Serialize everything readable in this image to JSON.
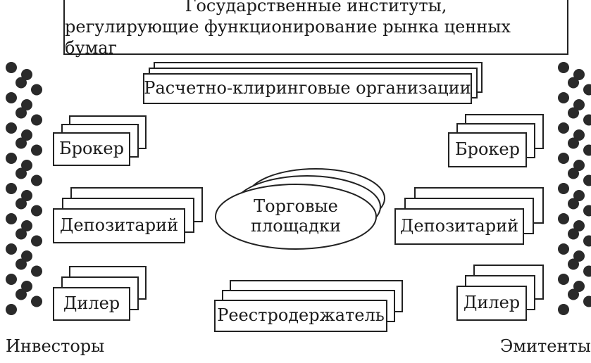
{
  "top_box": {
    "line1": "Государственные институты,",
    "line2": "регулирующие функционирование рынка ценных бумаг"
  },
  "clearing": {
    "label": "Расчетно-клиринговые организации"
  },
  "left": {
    "broker": "Брокер",
    "depository": "Депозитарий",
    "dealer": "Дилер",
    "caption": "Инвесторы"
  },
  "right": {
    "broker": "Брокер",
    "depository": "Депозитарий",
    "dealer": "Дилер",
    "caption": "Эмитенты"
  },
  "trading": {
    "line1": "Торговые",
    "line2": "площадки"
  },
  "registrar": {
    "label": "Реестродержатель"
  },
  "colors": {
    "line": "#222222",
    "dot": "#2a2a2a",
    "background": "#ffffff"
  }
}
